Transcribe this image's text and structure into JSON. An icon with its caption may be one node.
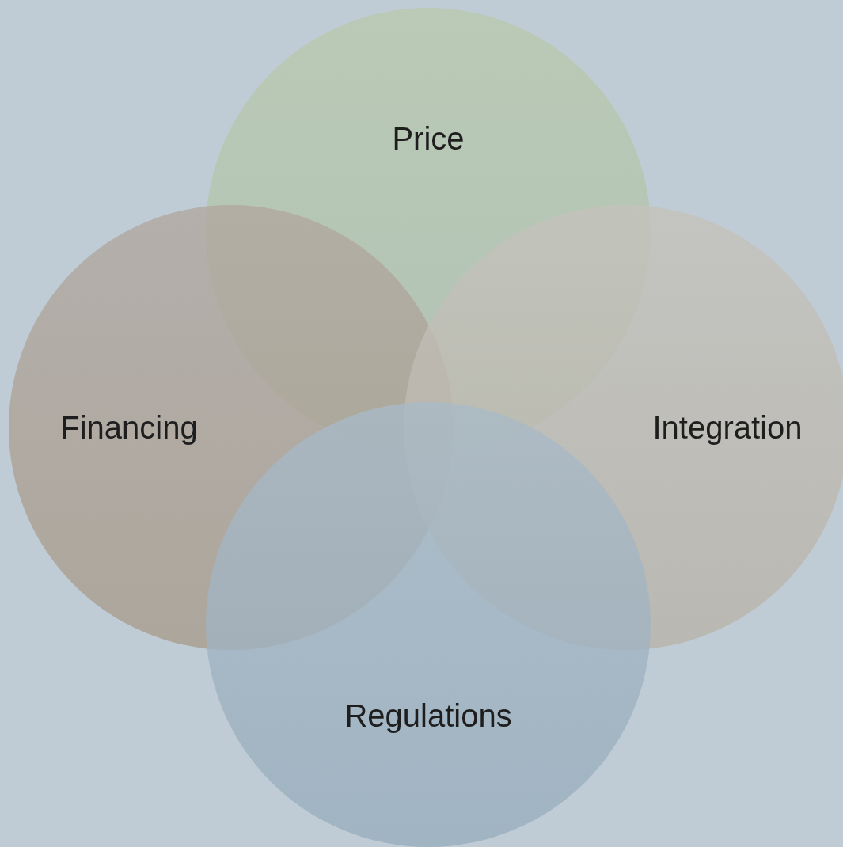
{
  "diagram": {
    "nodes": [
      {
        "text": [
          "Price"
        ]
      },
      {
        "text": [
          "Financing"
        ]
      },
      {
        "text": [
          "Integration"
        ]
      },
      {
        "text": [
          "Regulations"
        ]
      }
    ]
  }
}
